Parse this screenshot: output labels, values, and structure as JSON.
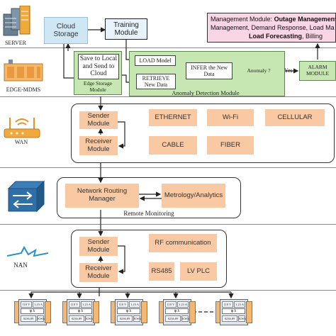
{
  "tiers": {
    "server": "SERVER",
    "edge": "EDGE-MDMS",
    "wan": "WAN",
    "nan": "NAN"
  },
  "cloud": {
    "storage": "Cloud Storage",
    "training": "Training Module"
  },
  "management": {
    "line1_prefix": "Management Module: ",
    "line1_bold": "Outage Management",
    "line2": "Management, Demand Response, Load Ma",
    "line3_bold": "Load Forecasting",
    "line3_suffix": ", Billing"
  },
  "edge": {
    "save_local": "Save to Local and Send to Cloud",
    "storage_module": "Edge Storage Module",
    "load_model": "LOAD Model",
    "retrieve": "RETRIEVE New Data",
    "infer": "INFER the New Data",
    "anomaly": "Anomaly ?",
    "yes": "Yes",
    "alarm": "ALARM MODULE",
    "detection_module": "Anomaly Detection Module"
  },
  "wan": {
    "sender": "Sender Module",
    "receiver": "Receiver Module",
    "ethernet": "ETHERNET",
    "wifi": "Wi-Fi",
    "cellular": "CELLULAR",
    "cable": "CABLE",
    "fiber": "FIBER"
  },
  "router": {
    "network_routing": "Network Routing Manager",
    "metrology": "Metrology/Analytics",
    "remote": "Remote Monitoring"
  },
  "nan": {
    "sender": "Sender Module",
    "receiver": "Receiver Module",
    "rf": "RF communication",
    "rs485": "RS485",
    "lvplc": "LV PLC"
  },
  "meters": {
    "voltage": "110 V",
    "current": "1.23 A",
    "energy": "0236.89",
    "unit": "KWh",
    "dial": "φ    λ"
  },
  "colors": {
    "cloud_fill": "#cfe6f5",
    "management_fill": "#f9d6e6",
    "green_fill": "#c6e7b2",
    "orange_fill": "#f9c9a4"
  }
}
